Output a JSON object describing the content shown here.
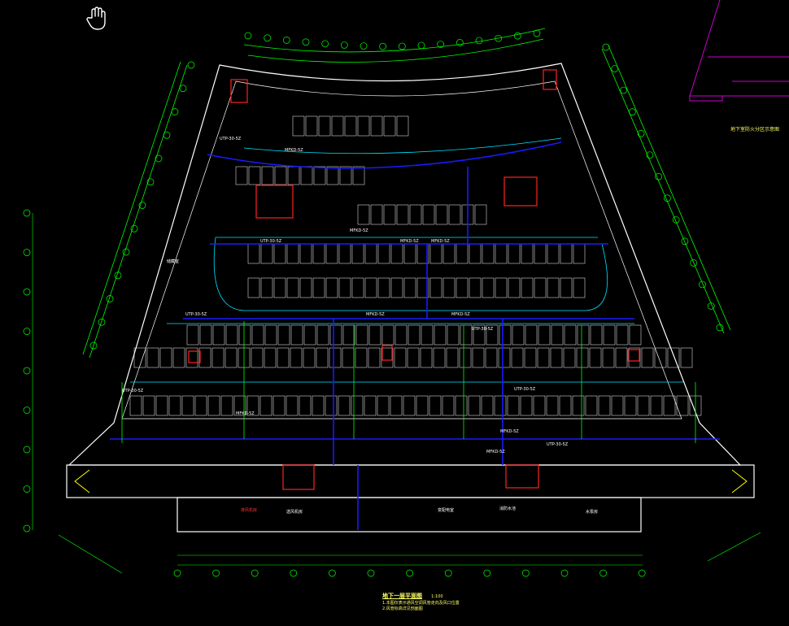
{
  "drawing": {
    "title": "地下一层平面图",
    "scale": "1:100",
    "notes": [
      "1.本图仅表示通风空调风管走向及风口位置",
      "2.风管标高详见剖面图"
    ],
    "key_plan_caption": "地下室防火分区示意图"
  },
  "duct_labels": [
    "UTP-30-5Z",
    "MFKD-5Z",
    "MFKD-5Z",
    "UTP-30-5Z",
    "MFKD-5Z",
    "MFKD-5Z",
    "UTP-30-5Z",
    "MFKD-5Z",
    "UTP-30-5Z",
    "MFKD-5Z",
    "UTP-30-5Z",
    "MFKD-5Z",
    "UTP-30-5Z",
    "MFKD-5Z",
    "UTP-30-5Z",
    "MFKD-5Z"
  ],
  "room_labels": [
    "排风机房",
    "送风机房",
    "变配电室",
    "消防水池",
    "水泵房",
    "储藏室"
  ],
  "colors": {
    "background": "#000000",
    "wall": "#ffffff",
    "grid": "#00ff00",
    "supply_duct": "#0000ff",
    "exhaust_duct": "#00e5ff",
    "equipment": "#ff0000",
    "key_plan": "#cc00cc",
    "text": "#ffff66"
  },
  "icons": {
    "pan_tool": "hand-icon"
  }
}
